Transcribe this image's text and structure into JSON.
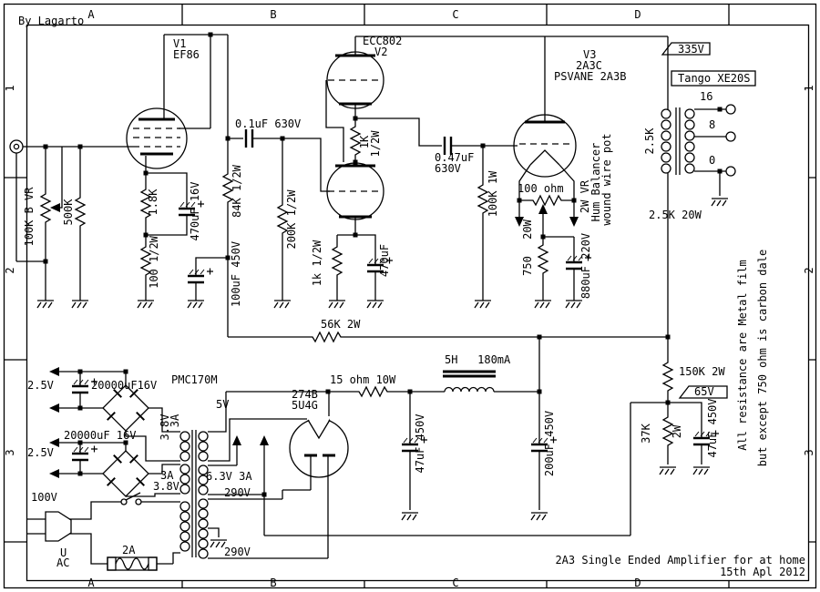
{
  "credit": "By Lagarto",
  "frame": {
    "cols": [
      "A",
      "B",
      "C",
      "D"
    ],
    "rows": [
      "1",
      "2",
      "3"
    ]
  },
  "title_block": {
    "title": "2A3 Single Ended Amplifier for at home",
    "date": "15th Apl 2012"
  },
  "notes": {
    "line1": "All resistance are Metal film",
    "line2": "but except 750 ohm is carbon dale"
  },
  "tubes": {
    "v1_des": "V1",
    "v1_type": "EF86",
    "v2_type": "ECC802",
    "v2_des": "V2",
    "v3_des": "V3",
    "v3_type": "2A3C",
    "v3_brand": "PSVANE 2A3B",
    "rect_type": "274B",
    "rect_alt": "5U4G"
  },
  "input": {
    "pot": "100K B VR",
    "grid_leak": "500K"
  },
  "stage1": {
    "r_cathode": "1.8K",
    "c_bypass": "470uF 16V",
    "r_filament": "100 1/2W",
    "c_coupling": "0.1uF 630V",
    "r_plate": "84K 1/2W",
    "c_filter": "100uF 450V",
    "r_grid": "200K 1/2W"
  },
  "stage2": {
    "r_mid_1": "1K",
    "r_mid_2": "1/2W",
    "r_cathode": "1k 1/2W",
    "c_bypass": "470uF",
    "c_coupling_1": "0.47uF",
    "c_coupling_2": "630V",
    "r_grid": "100K 1W",
    "r_dropper": "56K 2W"
  },
  "stage3": {
    "pot_hum": "100 ohm",
    "hum_note1": "2W VR",
    "hum_note2": "Hum Balancer",
    "hum_note3": "wound wire pot",
    "r_cathode": "750",
    "r_cathode_w": "20W",
    "c_cathode": "880uF 220V"
  },
  "output": {
    "voltage": "335V",
    "brand": "Tango XE20S",
    "tap16": "16",
    "tap8": "8",
    "tap0": "0",
    "primary": "2.5K",
    "secondary": "2.5K 20W"
  },
  "bias": {
    "r_top": "150K 2W",
    "voltage": "65V",
    "r_bottom": "37K",
    "r_bottom_w": "2W",
    "c_filter": "47uF 450V"
  },
  "psu": {
    "choke": "5H   180mA",
    "r_filter": "15 ohm 10W",
    "c_filter1": "47uF 450V",
    "c_filter2": "200uF 450V",
    "l_5v": "5V",
    "l_63": "6.3V 3A",
    "l_290a": "290V",
    "l_290b": "290V",
    "transformer": "PMC170M",
    "c_fil1": "20000uF16V",
    "c_fil2": "20000uF 16V",
    "l_25a": "2.5V",
    "l_25b": "2.5V",
    "l_38a": "3.8V",
    "l_3a_a": "3A",
    "l_3a_b": "3A",
    "l_38b": "3.8V",
    "l_mains": "100V",
    "fuse": "2A",
    "l_u": "U",
    "l_ac": "AC"
  }
}
